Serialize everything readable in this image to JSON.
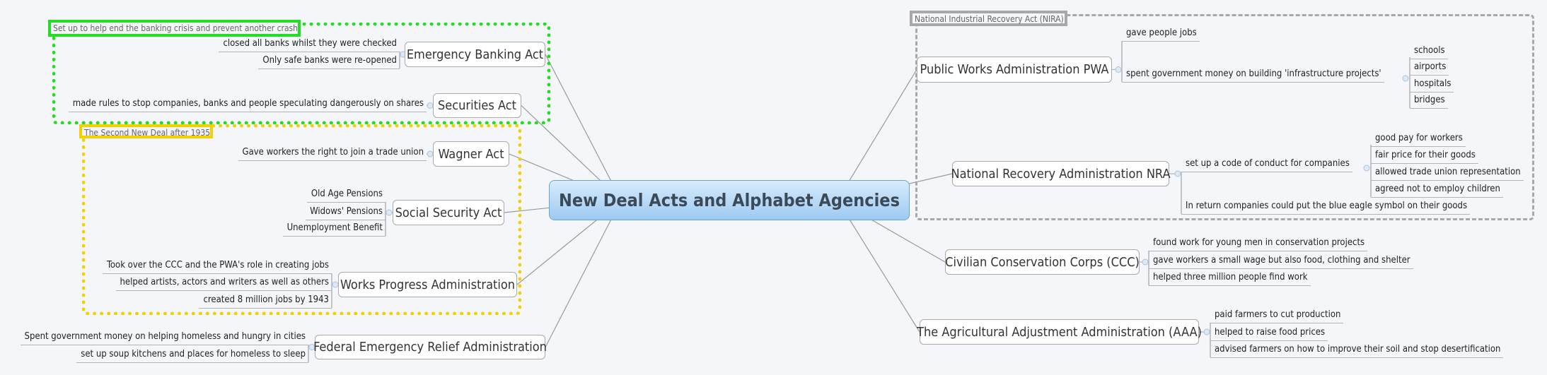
{
  "central": "New Deal Acts and Alphabet Agencies",
  "boundaries": [
    {
      "label": "Set up to help end the banking crisis and prevent another crash",
      "color": "#22dd22",
      "style": "dotted"
    },
    {
      "label": "The Second New Deal after 1935",
      "color": "#f5d000",
      "style": "dotted"
    },
    {
      "label": "National Industrial Recovery Act (NIRA)",
      "color": "#a8a8a8",
      "style": "dashed"
    }
  ],
  "topics": [
    {
      "label": "Emergency Banking Act",
      "children": [
        "closed all banks whilst they were checked",
        "Only safe banks were re-opened"
      ]
    },
    {
      "label": "Securities Act",
      "children": [
        "made rules to stop companies, banks and people speculating dangerously on shares"
      ]
    },
    {
      "label": "Wagner Act",
      "children": [
        "Gave workers the right to join a trade union"
      ]
    },
    {
      "label": "Social Security Act",
      "children": [
        "Old Age Pensions",
        "Widows' Pensions",
        "Unemployment Benefit"
      ]
    },
    {
      "label": "Works Progress Administration",
      "children": [
        "Took over the CCC and the PWA's role in creating jobs",
        "helped artists, actors and writers as well as others",
        "created 8 million jobs by 1943"
      ]
    },
    {
      "label": "Federal Emergency Relief Administration",
      "children": [
        "Spent government money on helping homeless and hungry in cities",
        "set up soup kitchens and places for homeless to sleep"
      ]
    },
    {
      "label": "Public Works Administration PWA",
      "children": [
        "gave people jobs",
        "spent government money on building 'infrastructure projects'"
      ],
      "grandchildren": [
        "schools",
        "airports",
        "hospitals",
        "bridges"
      ]
    },
    {
      "label": "National Recovery Administration NRA",
      "children": [
        "set up a code of conduct for companies",
        "In return companies could put the blue eagle symbol on their goods"
      ],
      "grandchildren": [
        "good pay for workers",
        "fair price for their goods",
        "allowed trade union representation",
        "agreed not to employ children"
      ]
    },
    {
      "label": "Civilian Conservation Corps (CCC)",
      "children": [
        "found work for young men in conservation projects",
        "gave workers a small wage but also food, clothing and shelter",
        "helped three million people find work"
      ]
    },
    {
      "label": "The Agricultural Adjustment Administration (AAA)",
      "children": [
        "paid farmers to cut production",
        "helped to raise food prices",
        "advised farmers on how to improve their soil and stop desertification"
      ]
    }
  ]
}
